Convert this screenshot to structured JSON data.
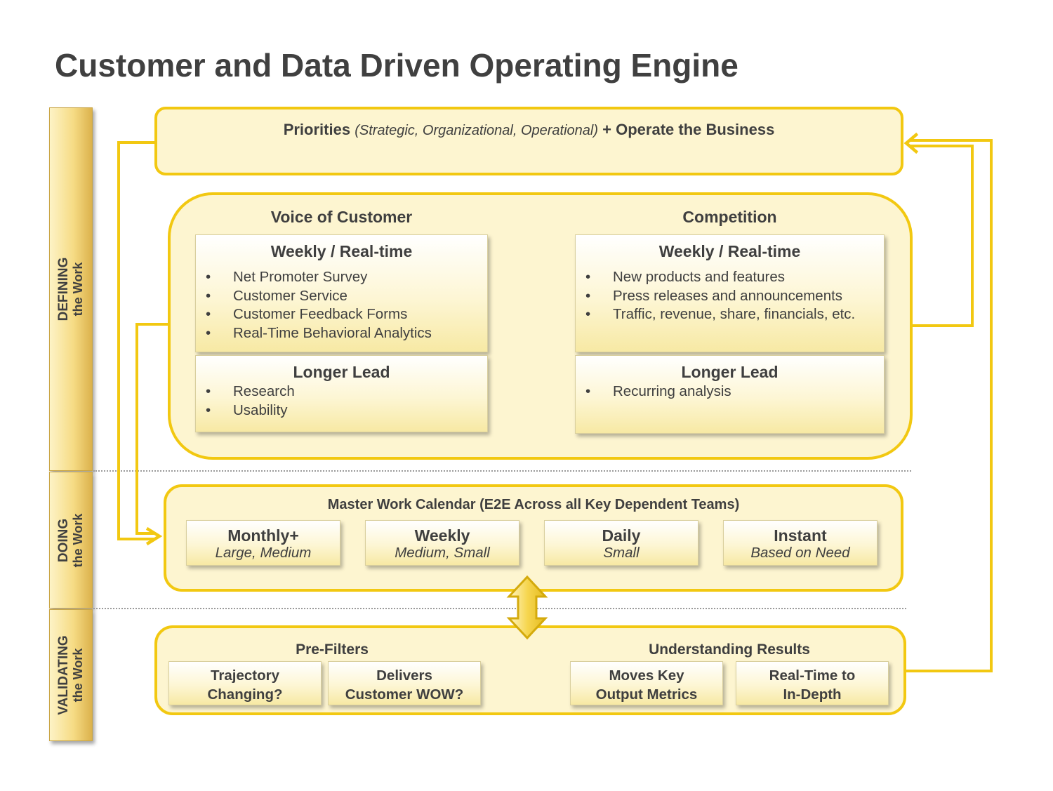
{
  "title": "Customer and Data Driven Operating Engine",
  "phases": [
    {
      "main": "DEFINING",
      "sub": "the Work"
    },
    {
      "main": "DOING",
      "sub": "the Work"
    },
    {
      "main": "VALIDATING",
      "sub": "the Work"
    }
  ],
  "priorities": {
    "lead": "Priorities",
    "qualifier": "(Strategic, Organizational, Operational)",
    "tail": "+ Operate the Business"
  },
  "voice_of_customer": {
    "heading": "Voice of Customer",
    "realtime": {
      "title": "Weekly / Real-time",
      "items": [
        "Net Promoter Survey",
        "Customer Service",
        "Customer Feedback Forms",
        "Real-Time Behavioral Analytics"
      ]
    },
    "longer_lead": {
      "title": "Longer Lead",
      "items": [
        "Research",
        "Usability"
      ]
    }
  },
  "competition": {
    "heading": "Competition",
    "realtime": {
      "title": "Weekly / Real-time",
      "items": [
        "New products and features",
        "Press releases and announcements",
        "Traffic, revenue, share, financials, etc."
      ]
    },
    "longer_lead": {
      "title": "Longer Lead",
      "items": [
        "Recurring analysis"
      ]
    }
  },
  "calendar": {
    "title": "Master Work Calendar (E2E Across all Key Dependent Teams)",
    "cadences": [
      {
        "name": "Monthly+",
        "size": "Large, Medium"
      },
      {
        "name": "Weekly",
        "size": "Medium, Small"
      },
      {
        "name": "Daily",
        "size": "Small"
      },
      {
        "name": "Instant",
        "size": "Based on Need"
      }
    ]
  },
  "validation": {
    "prefilters_heading": "Pre-Filters",
    "results_heading": "Understanding Results",
    "prefilters": [
      {
        "line1": "Trajectory",
        "line2": "Changing?"
      },
      {
        "line1": "Delivers",
        "line2": "Customer WOW?"
      }
    ],
    "results": [
      {
        "line1": "Moves Key",
        "line2": "Output Metrics"
      },
      {
        "line1": "Real-Time to",
        "line2": "In-Depth"
      }
    ]
  },
  "colors": {
    "accent": "#f2c811",
    "panel_fill": "#fdf5d0",
    "text": "#3f3f3f"
  }
}
